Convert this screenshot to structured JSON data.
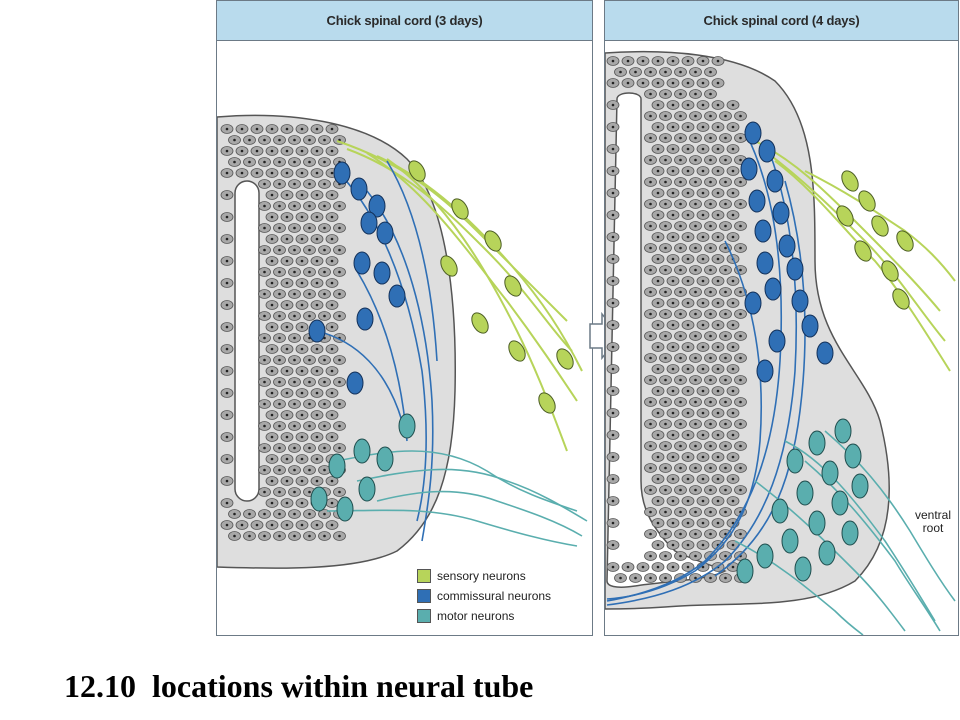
{
  "panels": {
    "left": {
      "title": "Chick spinal cord (3 days)"
    },
    "right": {
      "title": "Chick spinal cord (4 days)",
      "annotation": "ventral\nroot"
    }
  },
  "legend": [
    {
      "label": "sensory neurons",
      "color": "#b7d45a"
    },
    {
      "label": "commissural neurons",
      "color": "#2f6fb5"
    },
    {
      "label": "motor neurons",
      "color": "#5aaeae"
    }
  ],
  "caption": "12.10  locations within neural tube",
  "colors": {
    "tissue": "#dedede",
    "cell": "#a8a8a8",
    "sensory": "#b7d45a",
    "commissural": "#2f6fb5",
    "motor": "#5aaeae",
    "header": "#b9dbed"
  }
}
